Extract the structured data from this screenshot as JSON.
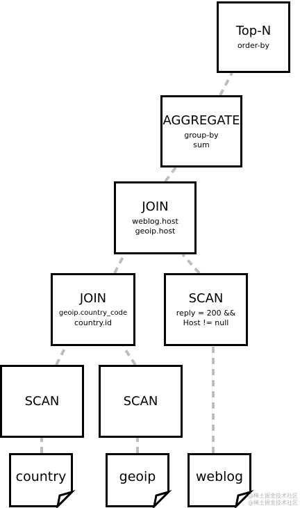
{
  "diagram": {
    "nodes": {
      "topn": {
        "title": "Top-N",
        "detail_1": "order-by"
      },
      "aggregate": {
        "title": "AGGREGATE",
        "detail_1": "group-by",
        "detail_2": "sum"
      },
      "join_top": {
        "title": "JOIN",
        "detail_1": "weblog.host",
        "detail_2": "geoip.host"
      },
      "join_left": {
        "title": "JOIN",
        "detail_1": "geoip.country_code",
        "detail_2": "country.id"
      },
      "scan_right": {
        "title": "SCAN",
        "detail_1": "reply = 200 &&",
        "detail_2": "Host != null"
      },
      "scan_country": {
        "title": "SCAN"
      },
      "scan_geoip": {
        "title": "SCAN"
      }
    },
    "files": {
      "country": "country",
      "geoip": "geoip",
      "weblog": "weblog"
    },
    "edge_style": "dashed",
    "edge_color": "#bdbdbd",
    "node_border_color": "#000000"
  },
  "watermark": {
    "line_1": "@稀土掘金技术社区",
    "line_2": "@稀土掘金技术社区"
  }
}
